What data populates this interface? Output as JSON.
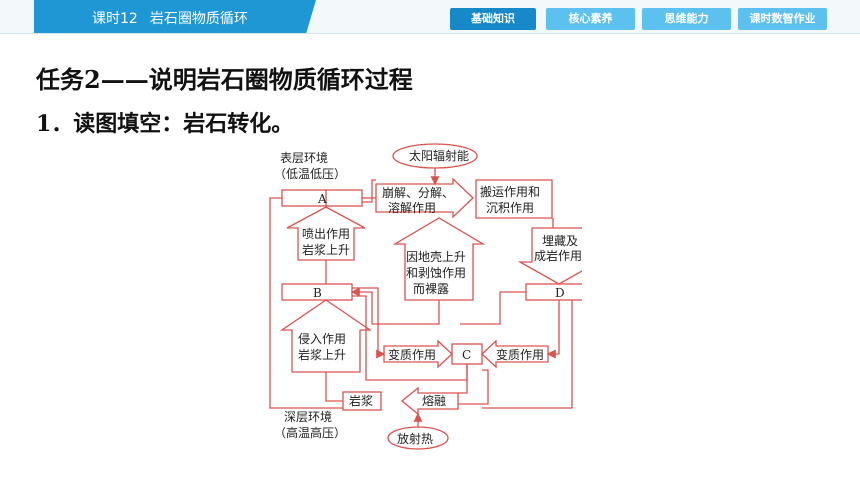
{
  "header": {
    "lesson_number": "课时12",
    "lesson_title": "岩石圈物质循环",
    "nav": [
      {
        "label": "基础知识",
        "active": true
      },
      {
        "label": "核心素养",
        "active": false
      },
      {
        "label": "思维能力",
        "active": false
      },
      {
        "label": "课时数智作业",
        "active": false
      }
    ]
  },
  "colors": {
    "header_blue": "#1f97d4",
    "nav_active": "#1789c9",
    "nav_inactive": "#5cc1ee",
    "diagram_red": "#d9534f"
  },
  "main": {
    "task_title": "任务2——说明岩石圈物质循环过程",
    "question": "1．读图填空：岩石转化。"
  },
  "diagram": {
    "surface_env": [
      "表层环境",
      "（低温低压）"
    ],
    "deep_env": [
      "深层环境",
      "（高温高压）"
    ],
    "solar": "太阳辐射能",
    "heat": "放射热",
    "box_a": "A",
    "box_b": "B",
    "box_c": "C",
    "box_d": "D",
    "magma": "岩浆",
    "weathering": [
      "崩解、分解、",
      "溶解作用"
    ],
    "transport": [
      "搬运作用和",
      "沉积作用"
    ],
    "burial": [
      "埋藏及",
      "成岩作用"
    ],
    "eruption": [
      "喷出作用",
      "岩浆上升"
    ],
    "uplift": [
      "因地壳上升",
      "和剥蚀作用",
      "而裸露"
    ],
    "intrusion": [
      "侵入作用",
      "岩浆上升"
    ],
    "meta_left": "变质作用",
    "meta_right": "变质作用",
    "melting": "熔融"
  }
}
